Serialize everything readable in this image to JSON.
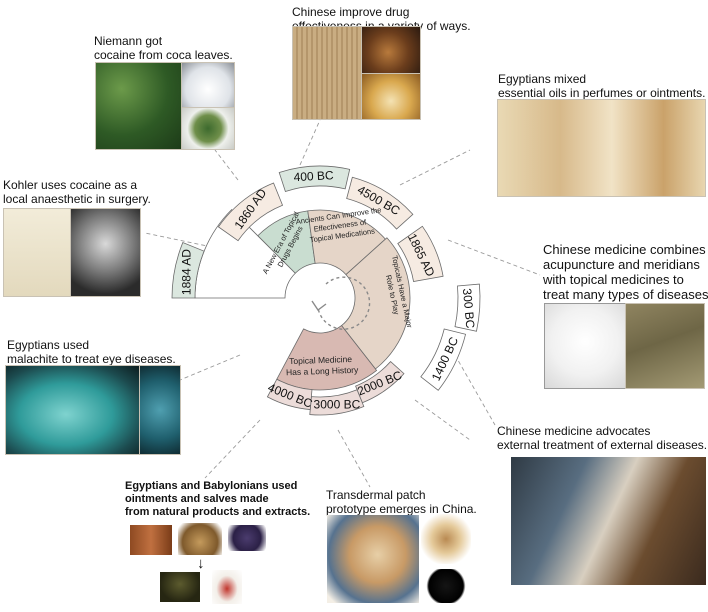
{
  "captions": {
    "niemann": [
      "Niemann got",
      "cocaine from coca leaves."
    ],
    "chinese_improve": [
      "Chinese improve drug",
      "effectiveness in a variety of ways."
    ],
    "egyptians_mixed": [
      "Egyptians mixed",
      "essential oils in perfumes or ointments."
    ],
    "kohler": [
      "Kohler uses cocaine as a",
      "local anaesthetic in surgery."
    ],
    "acupuncture": [
      "Chinese medicine combines",
      "acupuncture and meridians",
      "with topical medicines to",
      "treat many types of diseases."
    ],
    "malachite": [
      "Egyptians used",
      "malachite to treat eye diseases."
    ],
    "external": [
      "Chinese medicine advocates",
      "external treatment of external diseases."
    ],
    "babylonians": [
      "Egyptians and Babylonians used",
      "ointments and salves made",
      "from natural products and extracts."
    ],
    "transdermal": [
      "Transdermal patch",
      "prototype emerges in China."
    ]
  },
  "timeline": {
    "dates": [
      "1884 AD",
      "1860 AD",
      "400 BC",
      "4500 BC",
      "1865 AD",
      "300 BC",
      "1400 BC",
      "2000 BC",
      "3000 BC",
      "4000 BC"
    ],
    "sectors": {
      "new_era": [
        "A New Era of Topical",
        "Drugs Begins"
      ],
      "ancients": [
        "Ancients Can Improve the",
        "Effectiveness of",
        "Topical Medications"
      ],
      "major_role": [
        "Topicals Have a Major",
        "Role to Play"
      ],
      "long_history": [
        "Topical Medicine",
        "Has a Long History"
      ]
    }
  },
  "colors": {
    "green_band": "#dbe7df",
    "green_sector": "#c9ddd0",
    "beige_band": "#f6ebe2",
    "tan_sector": "#e5d5c8",
    "rose_band": "#ecdcd9",
    "rose_sector": "#d8b9b2",
    "outline": "#6b6b6b"
  }
}
